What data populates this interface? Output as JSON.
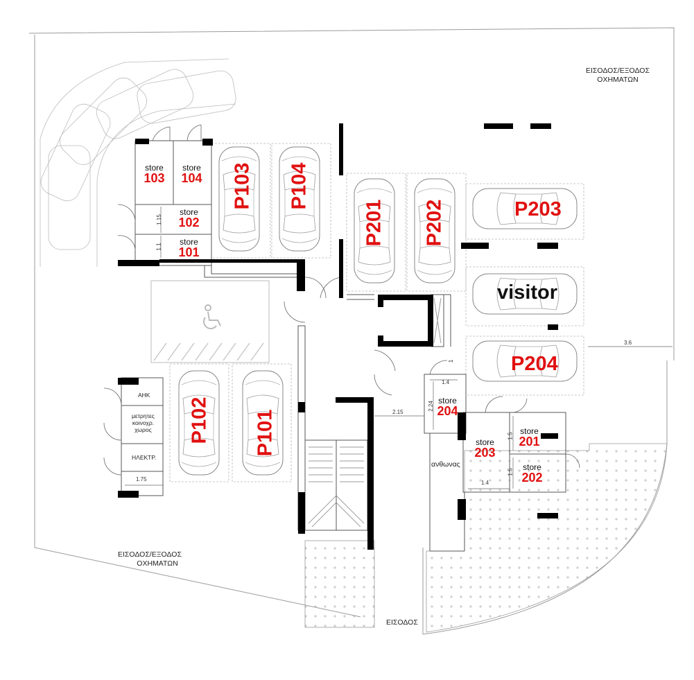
{
  "entrances": {
    "vehicle_top": [
      "ΕΙΣΟΔΟΣ/ΕΞΟΔΟΣ",
      "ΟΧΗΜΑΤΩΝ"
    ],
    "vehicle_bottom": [
      "ΕΙΣΟΔΟΣ/ΕΞΟΔΟΣ",
      "ΟΧΗΜΑΤΩΝ"
    ],
    "pedestrian": "ΕΙΣΟΔΟΣ"
  },
  "stores": {
    "word": "store",
    "s101": "101",
    "s102": "102",
    "s103": "103",
    "s104": "104",
    "s201": "201",
    "s202": "202",
    "s203": "203",
    "s204": "204"
  },
  "parking": {
    "p101": "P101",
    "p102": "P102",
    "p103": "P103",
    "p104": "P104",
    "p201": "P201",
    "p202": "P202",
    "p203": "P203",
    "p204": "P204",
    "visitor": "visitor"
  },
  "service_rooms": {
    "ahk": "ΑΗΚ",
    "meters": [
      "μετρητες",
      "κοινοχρ.",
      "χωρος"
    ],
    "electric": "ΗΛΕΚΤΡ."
  },
  "garden": "ανθωνας",
  "dimensions": {
    "d_3_6": "3.6",
    "d_2_15": "2.15",
    "d_1_75": "1.75",
    "d_1_4a": "1.4",
    "d_1_4b": "1.4",
    "d_2_24": "2.24",
    "d_1_5a": "1.5",
    "d_1_5b": "1.5",
    "d_1": "1",
    "d_1_15": "1.15",
    "d_1_1": "1.1"
  },
  "colors": {
    "label_red": "#e11010",
    "wall": "#000000",
    "line": "#9a9a9a"
  }
}
